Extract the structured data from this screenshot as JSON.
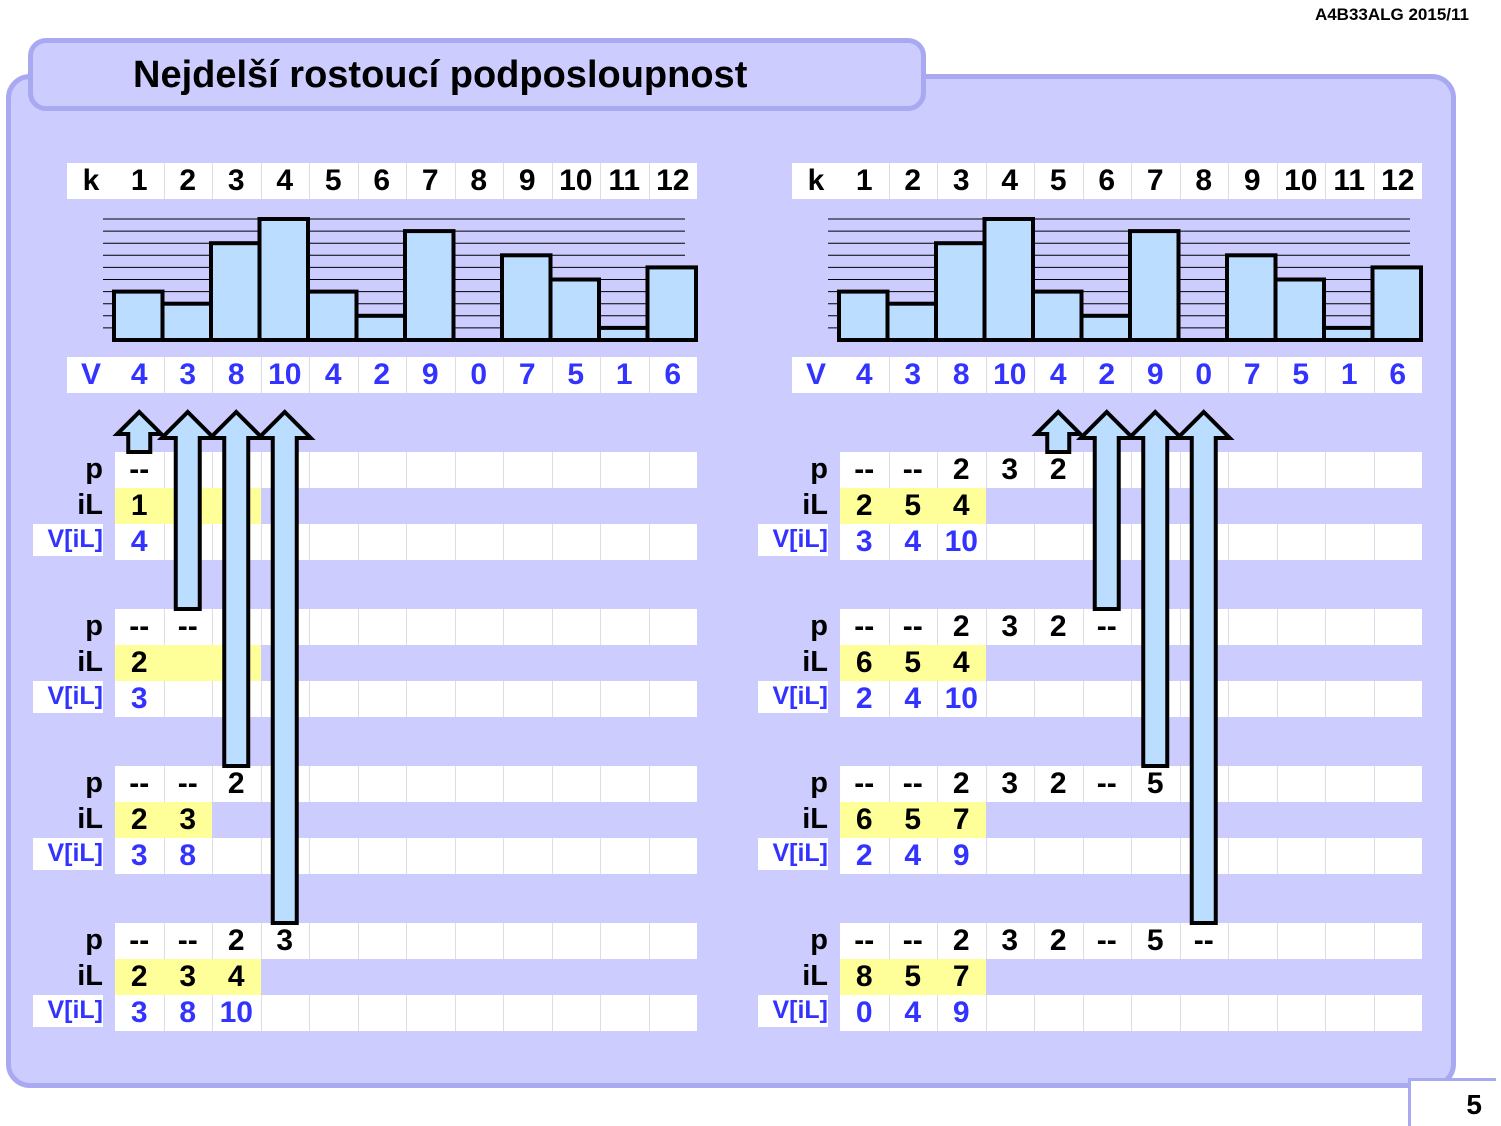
{
  "header": {
    "course": "A4B33ALG  2015/11"
  },
  "title": "Nejdelší rostoucí podposloupnost",
  "page_number": "5",
  "colors": {
    "panel": "#ccccff",
    "border": "#a9a9f2",
    "bar": "#bbddff",
    "blue_text": "#3333ff",
    "il_highlight": "#ffff99"
  },
  "k_label": "k",
  "v_label": "V",
  "k_values": [
    "1",
    "2",
    "3",
    "4",
    "5",
    "6",
    "7",
    "8",
    "9",
    "10",
    "11",
    "12"
  ],
  "v_values": [
    "4",
    "3",
    "8",
    "10",
    "4",
    "2",
    "9",
    "0",
    "7",
    "5",
    "1",
    "6"
  ],
  "row_labels": {
    "p": "p",
    "iL": "iL",
    "ViL": "V[iL]"
  },
  "left_steps": [
    {
      "p": [
        "--"
      ],
      "iL": [
        "1"
      ],
      "ViL": [
        "4"
      ]
    },
    {
      "p": [
        "--",
        "--"
      ],
      "iL": [
        "2"
      ],
      "ViL": [
        "3"
      ]
    },
    {
      "p": [
        "--",
        "--",
        "2"
      ],
      "iL": [
        "2",
        "3"
      ],
      "ViL": [
        "3",
        "8"
      ]
    },
    {
      "p": [
        "--",
        "--",
        "2",
        "3"
      ],
      "iL": [
        "2",
        "3",
        "4"
      ],
      "ViL": [
        "3",
        "8",
        "10"
      ]
    }
  ],
  "right_steps": [
    {
      "p": [
        "--",
        "--",
        "2",
        "3",
        "2"
      ],
      "iL": [
        "2",
        "5",
        "4"
      ],
      "ViL": [
        "3",
        "4",
        "10"
      ]
    },
    {
      "p": [
        "--",
        "--",
        "2",
        "3",
        "2",
        "--"
      ],
      "iL": [
        "6",
        "5",
        "4"
      ],
      "ViL": [
        "2",
        "4",
        "10"
      ]
    },
    {
      "p": [
        "--",
        "--",
        "2",
        "3",
        "2",
        "--",
        "5"
      ],
      "iL": [
        "6",
        "5",
        "7"
      ],
      "ViL": [
        "2",
        "4",
        "9"
      ]
    },
    {
      "p": [
        "--",
        "--",
        "2",
        "3",
        "2",
        "--",
        "5",
        "--"
      ],
      "iL": [
        "8",
        "5",
        "7"
      ],
      "ViL": [
        "0",
        "4",
        "9"
      ]
    }
  ],
  "left_arrow_targets": [
    {
      "from_index": 1,
      "to_step": 1,
      "kind": "short"
    },
    {
      "from_index": 2,
      "to_step": 2,
      "kind": "long"
    },
    {
      "from_index": 3,
      "to_step": 3,
      "kind": "long"
    },
    {
      "from_index": 4,
      "to_step": 4,
      "kind": "long"
    }
  ],
  "right_arrow_targets": [
    {
      "from_index": 5,
      "to_step": 1,
      "kind": "short"
    },
    {
      "from_index": 6,
      "to_step": 2,
      "kind": "long"
    },
    {
      "from_index": 7,
      "to_step": 3,
      "kind": "long"
    },
    {
      "from_index": 8,
      "to_step": 4,
      "kind": "long"
    }
  ]
}
